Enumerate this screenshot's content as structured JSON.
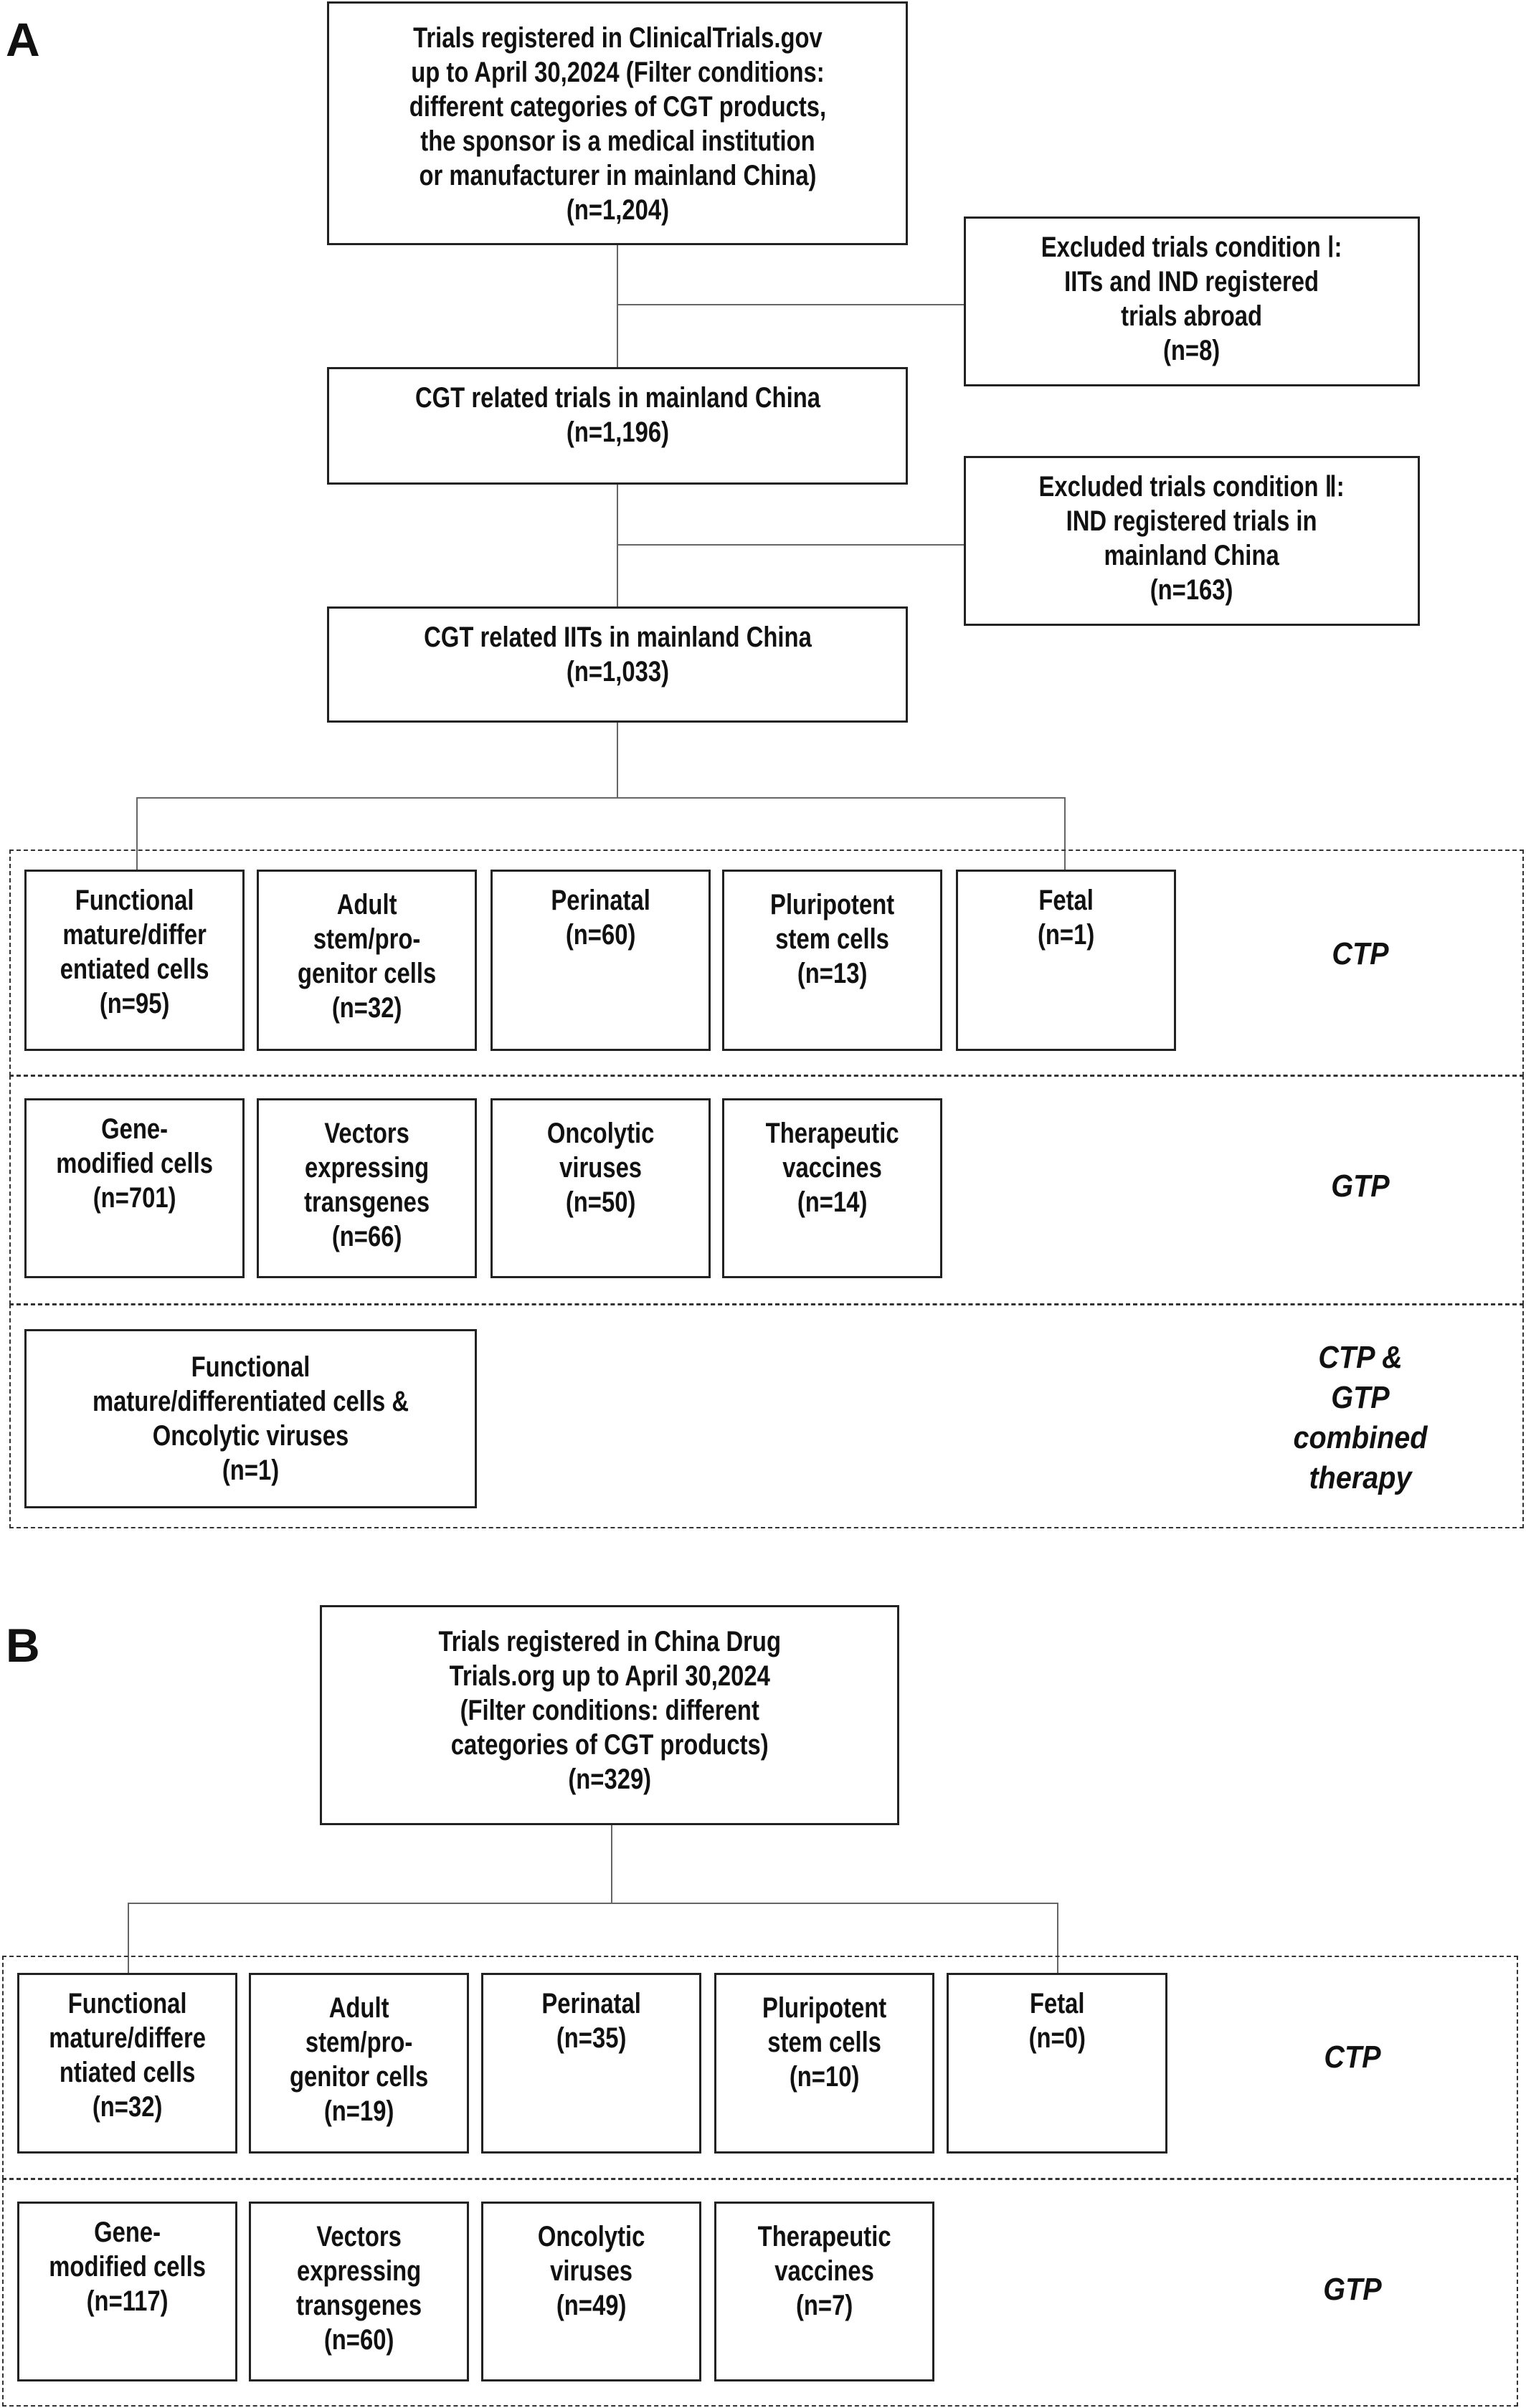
{
  "panel_a": {
    "label": "A",
    "source": "Trials registered in ClinicalTrials.gov\nup to April 30,2024 (Filter conditions:\ndifferent categories of CGT products,\nthe sponsor is a medical institution\nor manufacturer in mainland China)\n(n=1,204)",
    "excluded_1": "Excluded trials condition Ⅰ:\nIITs and IND registered\ntrials abroad\n(n=8)",
    "step_2": "CGT related trials in mainland China\n(n=1,196)",
    "excluded_2": "Excluded trials condition Ⅱ:\nIND registered trials in\nmainland China\n(n=163)",
    "step_3": "CGT related IITs in mainland China\n(n=1,033)",
    "ctp_label": "CTP",
    "ctp": [
      "Functional\nmature/differ\nentiated cells\n(n=95)",
      "Adult\nstem/pro-\ngenitor cells\n(n=32)",
      "Perinatal\n(n=60)",
      "Pluripotent\nstem cells\n(n=13)",
      "Fetal\n(n=1)"
    ],
    "gtp_label": "GTP",
    "gtp": [
      "Gene-\nmodified cells\n(n=701)",
      "Vectors\nexpressing\ntransgenes\n(n=66)",
      "Oncolytic\nviruses\n(n=50)",
      "Therapeutic\nvaccines\n(n=14)"
    ],
    "combined_label": "CTP & GTP\ncombined therapy",
    "combined": "Functional\nmature/differentiated cells &\nOncolytic viruses\n(n=1)"
  },
  "panel_b": {
    "label": "B",
    "source": "Trials registered in China Drug\nTrials.org up to April 30,2024\n(Filter conditions: different\ncategories of CGT products)\n(n=329)",
    "ctp_label": "CTP",
    "ctp": [
      "Functional\nmature/differe\nntiated cells\n(n=32)",
      "Adult\nstem/pro-\ngenitor cells\n(n=19)",
      "Perinatal\n(n=35)",
      "Pluripotent\nstem cells\n(n=10)",
      "Fetal\n(n=0)"
    ],
    "gtp_label": "GTP",
    "gtp": [
      "Gene-\nmodified cells\n(n=117)",
      "Vectors\nexpressing\ntransgenes\n(n=60)",
      "Oncolytic\nviruses\n(n=49)",
      "Therapeutic\nvaccines\n(n=7)"
    ]
  }
}
